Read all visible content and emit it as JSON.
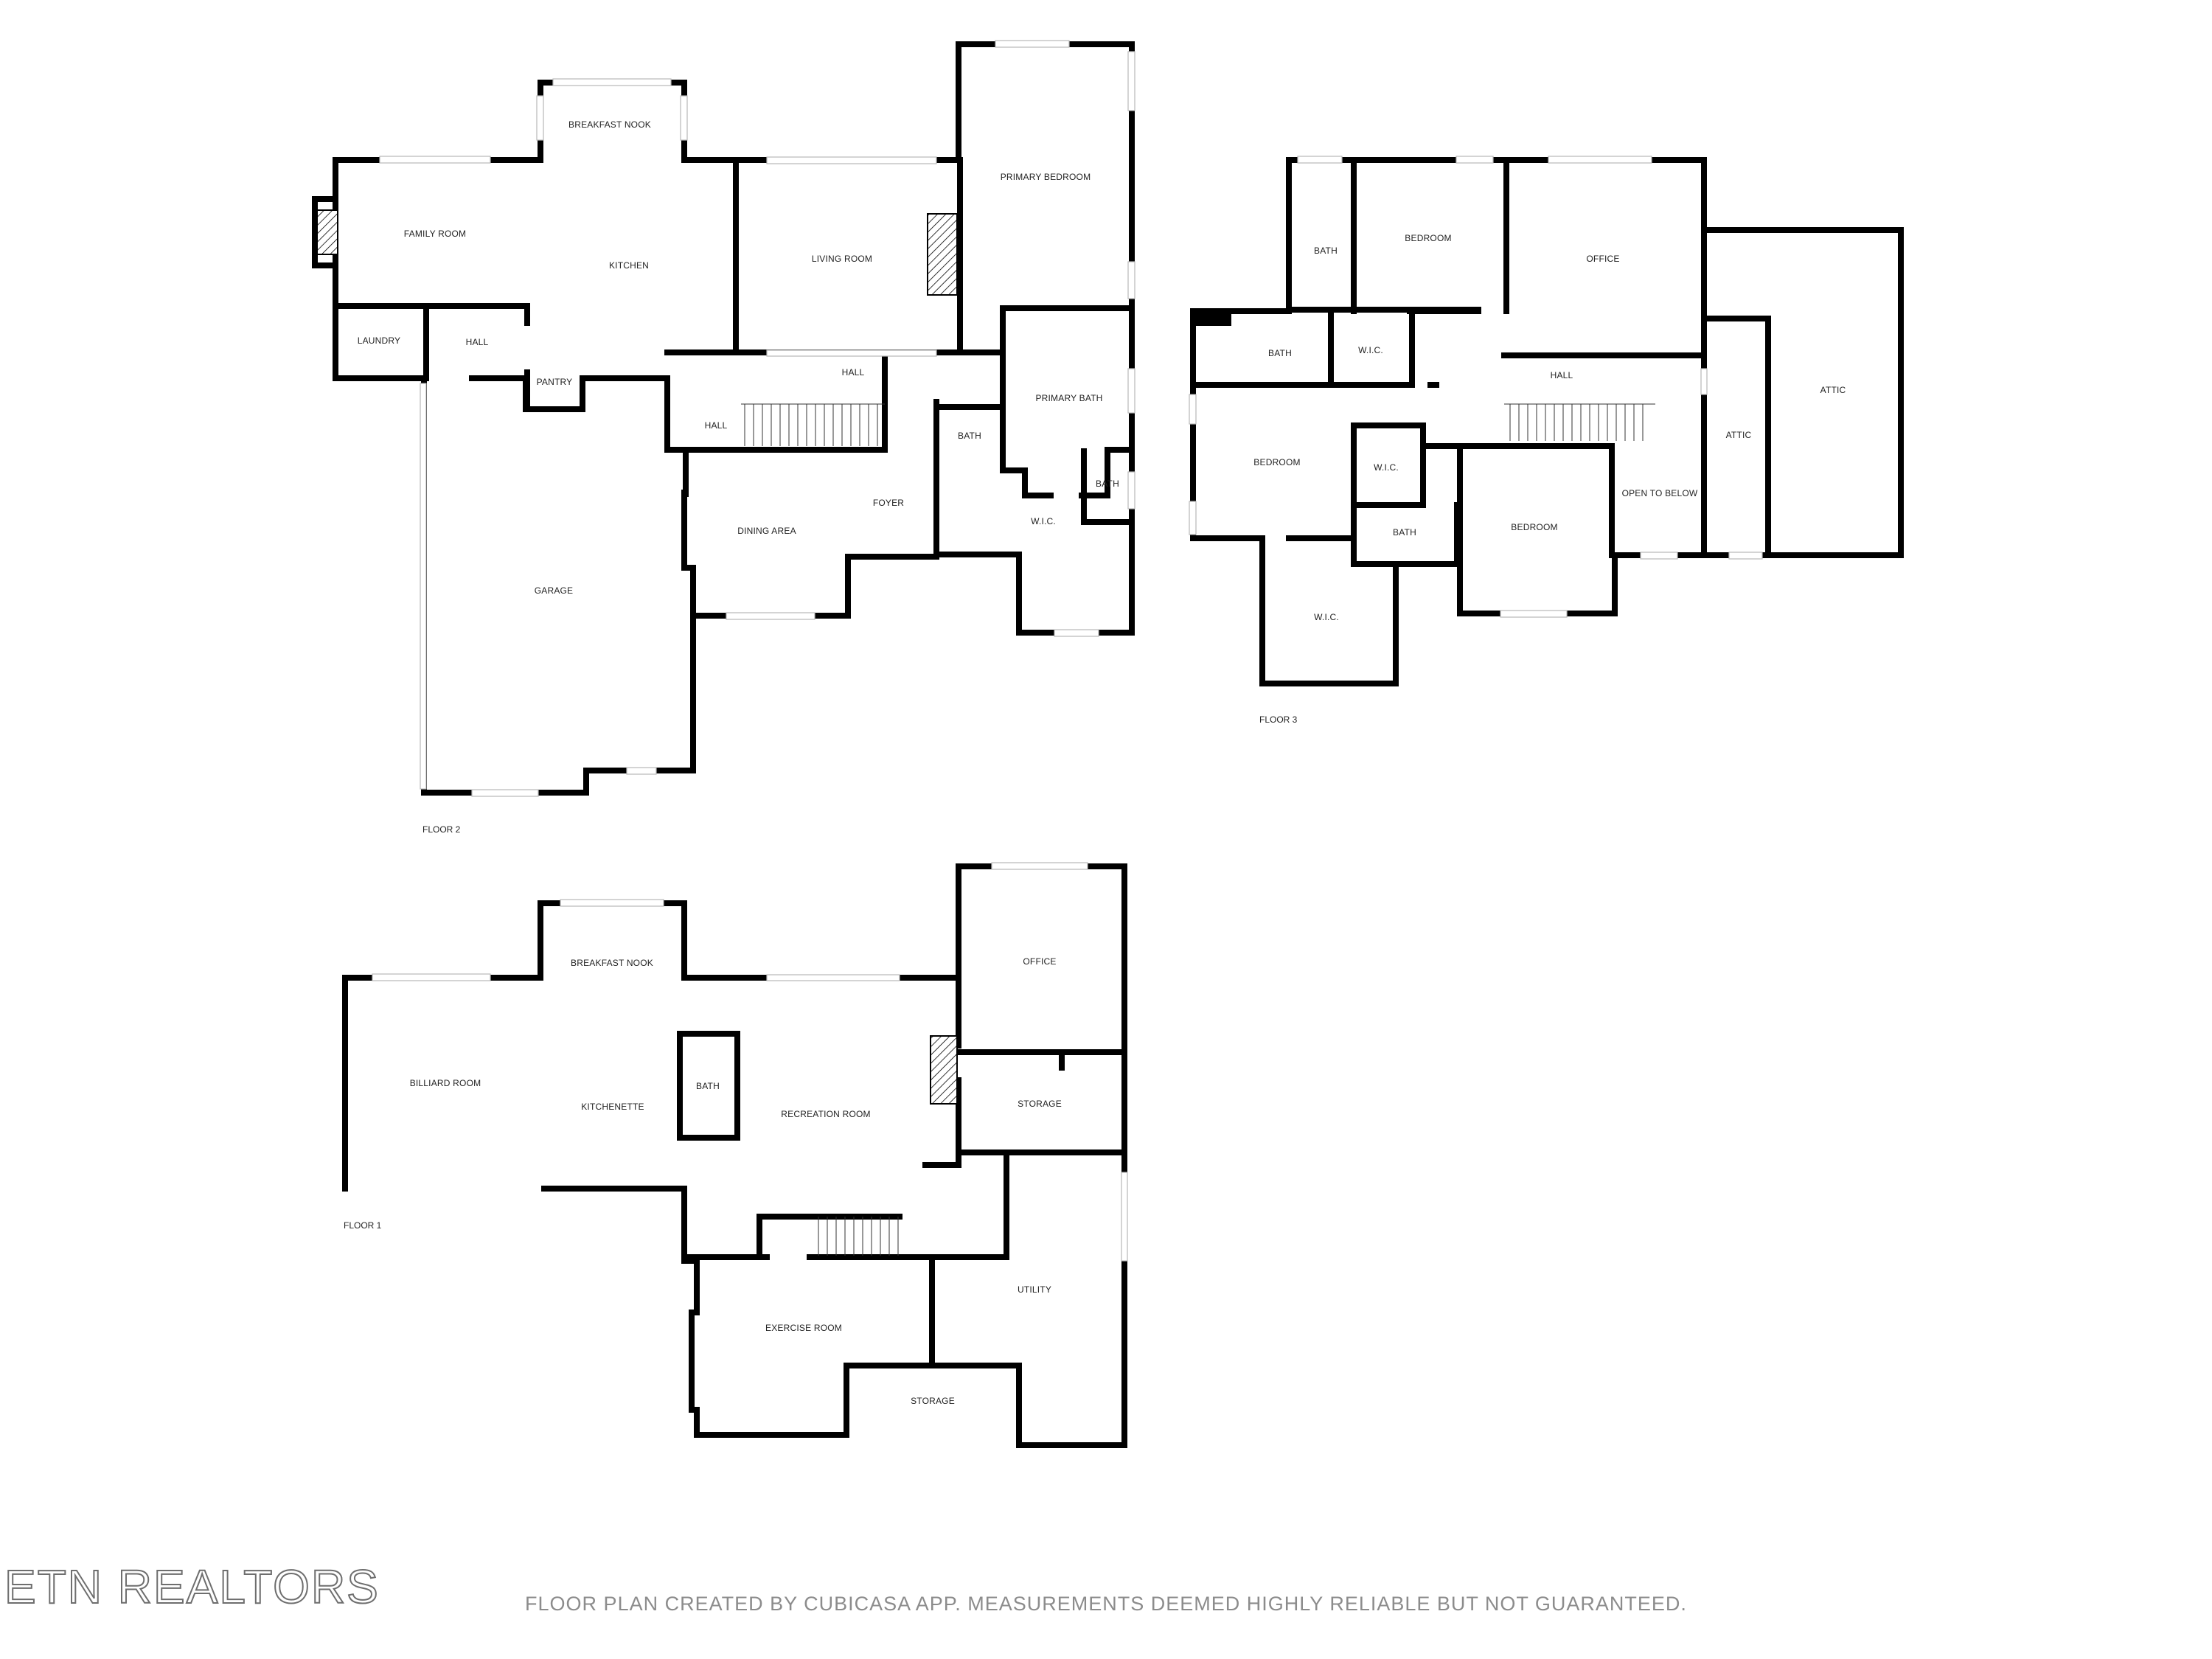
{
  "floors": [
    {
      "name": "FLOOR 2",
      "rooms": [
        "BREAKFAST NOOK",
        "FAMILY ROOM",
        "KITCHEN",
        "LIVING ROOM",
        "PRIMARY BEDROOM",
        "LAUNDRY",
        "HALL",
        "PANTRY",
        "HALL",
        "HALL",
        "PRIMARY BATH",
        "BATH",
        "BATH",
        "FOYER",
        "DINING AREA",
        "W.I.C.",
        "GARAGE"
      ]
    },
    {
      "name": "FLOOR 3",
      "rooms": [
        "BATH",
        "BEDROOM",
        "OFFICE",
        "ATTIC",
        "BATH",
        "W.I.C.",
        "HALL",
        "BEDROOM",
        "W.I.C.",
        "ATTIC",
        "OPEN TO BELOW",
        "BATH",
        "BEDROOM",
        "W.I.C."
      ]
    },
    {
      "name": "FLOOR 1",
      "rooms": [
        "BREAKFAST NOOK",
        "OFFICE",
        "BILLIARD ROOM",
        "KITCHENETTE",
        "BATH",
        "RECREATION ROOM",
        "STORAGE",
        "UTILITY",
        "EXERCISE ROOM",
        "STORAGE"
      ]
    }
  ],
  "branding": {
    "logo_text": "ETN REALTORS",
    "disclaimer": "FLOOR PLAN CREATED BY CUBICASA APP. MEASUREMENTS DEEMED HIGHLY RELIABLE BUT NOT GUARANTEED."
  },
  "colors": {
    "wall": "#000000",
    "text": "#222222",
    "window": "#b8b8b8",
    "disclaimer": "#8c8c8c"
  }
}
